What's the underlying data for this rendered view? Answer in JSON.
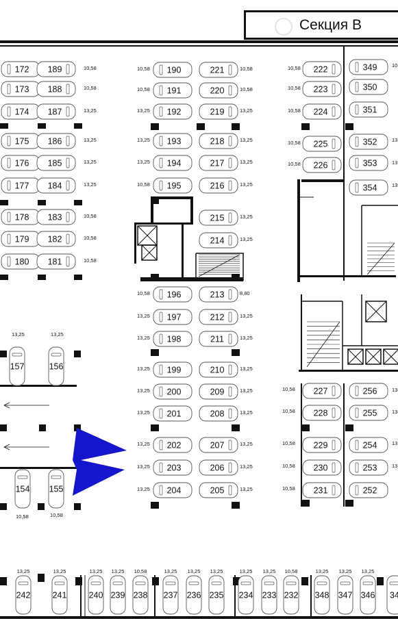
{
  "header": {
    "section_title": "Секция В"
  },
  "colors": {
    "line": "#111111",
    "car_outline": "#555555",
    "arrow": "#1515cc"
  },
  "slots": {
    "left_block": [
      {
        "id": "172",
        "area": "10,58"
      },
      {
        "id": "189",
        "area": ""
      },
      {
        "id": "173",
        "area": "10,58"
      },
      {
        "id": "188",
        "area": ""
      },
      {
        "id": "174",
        "area": "13,25"
      },
      {
        "id": "187",
        "area": ""
      },
      {
        "id": "175",
        "area": "13,25"
      },
      {
        "id": "186",
        "area": ""
      },
      {
        "id": "176",
        "area": "13,25"
      },
      {
        "id": "185",
        "area": ""
      },
      {
        "id": "177",
        "area": "13,25"
      },
      {
        "id": "184",
        "area": ""
      },
      {
        "id": "178",
        "area": "10,58"
      },
      {
        "id": "183",
        "area": ""
      },
      {
        "id": "179",
        "area": "10,58"
      },
      {
        "id": "182",
        "area": ""
      },
      {
        "id": "180",
        "area": "10,58"
      },
      {
        "id": "181",
        "area": ""
      }
    ],
    "middle_block": [
      {
        "id": "190",
        "area": "10,58"
      },
      {
        "id": "221",
        "area": "10,58"
      },
      {
        "id": "191",
        "area": "10,58"
      },
      {
        "id": "220",
        "area": "10,58"
      },
      {
        "id": "192",
        "area": "13,25"
      },
      {
        "id": "219",
        "area": "13,25"
      },
      {
        "id": "193",
        "area": "13,25"
      },
      {
        "id": "218",
        "area": "13,25"
      },
      {
        "id": "194",
        "area": "13,25"
      },
      {
        "id": "217",
        "area": "13,25"
      },
      {
        "id": "195",
        "area": "10,58"
      },
      {
        "id": "216",
        "area": "13,25"
      },
      {
        "id": "215",
        "area": "13,25"
      },
      {
        "id": "214",
        "area": "13,25"
      },
      {
        "id": "196",
        "area": "10,58"
      },
      {
        "id": "213",
        "area": "8,80"
      },
      {
        "id": "197",
        "area": "13,25"
      },
      {
        "id": "212",
        "area": "13,25"
      },
      {
        "id": "198",
        "area": "13,25"
      },
      {
        "id": "211",
        "area": "13,25"
      },
      {
        "id": "199",
        "area": "13,25"
      },
      {
        "id": "210",
        "area": "13,25"
      },
      {
        "id": "200",
        "area": "13,25"
      },
      {
        "id": "209",
        "area": "13,25"
      },
      {
        "id": "201",
        "area": "13,25"
      },
      {
        "id": "208",
        "area": "13,25"
      },
      {
        "id": "202",
        "area": "13,25"
      },
      {
        "id": "207",
        "area": "13,25"
      },
      {
        "id": "203",
        "area": "13,25"
      },
      {
        "id": "206",
        "area": "13,25"
      },
      {
        "id": "204",
        "area": "13,25"
      },
      {
        "id": "205",
        "area": "13,25"
      }
    ],
    "right_block": [
      {
        "id": "222",
        "area": "10,58"
      },
      {
        "id": "349",
        "area": ""
      },
      {
        "id": "223",
        "area": "10,58"
      },
      {
        "id": "350",
        "area": ""
      },
      {
        "id": "224",
        "area": "10,58"
      },
      {
        "id": "351",
        "area": ""
      },
      {
        "id": "225",
        "area": "10,58"
      },
      {
        "id": "352",
        "area": ""
      },
      {
        "id": "226",
        "area": "10,58"
      },
      {
        "id": "353",
        "area": ""
      },
      {
        "id": "354",
        "area": ""
      },
      {
        "id": "227",
        "area": "10,58"
      },
      {
        "id": "256",
        "area": ""
      },
      {
        "id": "228",
        "area": "10,58"
      },
      {
        "id": "255",
        "area": ""
      },
      {
        "id": "229",
        "area": "10,58"
      },
      {
        "id": "254",
        "area": ""
      },
      {
        "id": "230",
        "area": "10,58"
      },
      {
        "id": "253",
        "area": ""
      },
      {
        "id": "231",
        "area": "10,58"
      },
      {
        "id": "252",
        "area": ""
      }
    ],
    "vertical_left": [
      {
        "id": "157",
        "area": "13,25"
      },
      {
        "id": "156",
        "area": "13,25"
      },
      {
        "id": "154",
        "area": "10,58"
      },
      {
        "id": "155",
        "area": "10,58"
      }
    ],
    "bottom_row": [
      {
        "id": "242",
        "area": "13,25"
      },
      {
        "id": "241",
        "area": "13,25"
      },
      {
        "id": "240",
        "area": "13,25"
      },
      {
        "id": "239",
        "area": "13,25"
      },
      {
        "id": "238",
        "area": "10,58"
      },
      {
        "id": "237",
        "area": "13,25"
      },
      {
        "id": "236",
        "area": "13,25"
      },
      {
        "id": "235",
        "area": "13,25"
      },
      {
        "id": "234",
        "area": "13,25"
      },
      {
        "id": "233",
        "area": "13,25"
      },
      {
        "id": "232",
        "area": "10,58"
      },
      {
        "id": "348",
        "area": "13,25"
      },
      {
        "id": "347",
        "area": "13,25"
      },
      {
        "id": "346",
        "area": "13,25"
      },
      {
        "id": "34",
        "area": ""
      }
    ]
  },
  "edge_area_labels": [
    "10,",
    "13,2",
    "13,2",
    "13,2",
    "13,2",
    "13,2",
    "13,2",
    "13,2"
  ]
}
